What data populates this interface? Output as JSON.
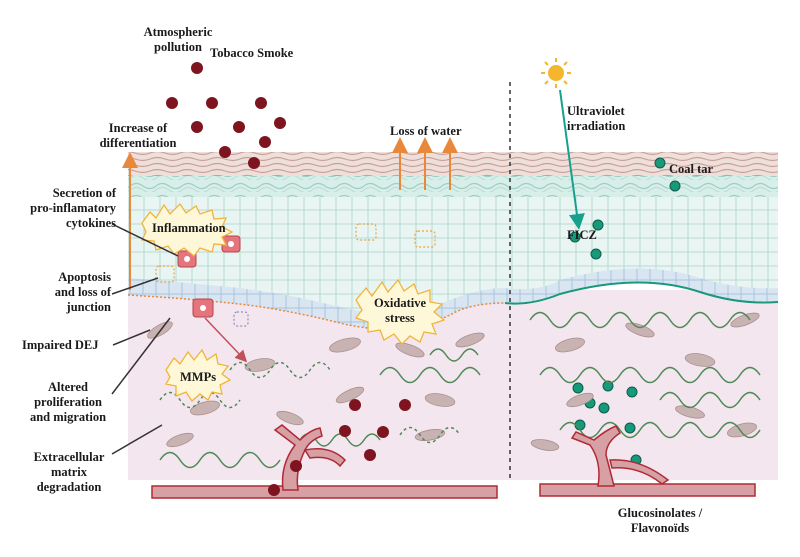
{
  "labels": {
    "atmospheric_pollution": [
      "Atmospheric",
      "pollution"
    ],
    "tobacco_smoke": "Tobacco Smoke",
    "increase_of_differentiation": [
      "Increase of",
      "differentiation"
    ],
    "loss_of_water": "Loss of water",
    "ultraviolet_irradiation": [
      "Ultraviolet",
      "irradiation"
    ],
    "coal_tar": "Coal tar",
    "ficz": "FICZ",
    "secretion_of_cytokines": [
      "Secretion of",
      "pro-inflamatory",
      "cytokines"
    ],
    "inflammation": "Inflammation",
    "apoptosis": [
      "Apoptosis",
      "and loss of",
      "junction"
    ],
    "oxidative_stress": [
      "Oxidative",
      "stress"
    ],
    "impaired_dej": "Impaired DEJ",
    "mmps": "MMPs",
    "altered_proliferation": [
      "Altered",
      "proliferation",
      "and migration"
    ],
    "ecm_degradation": [
      "Extracellular",
      "matrix",
      "degradation"
    ],
    "glucosinolates": [
      "Glucosinolates /",
      "Flavonoïds"
    ]
  },
  "colors": {
    "pollutant_particle": "#7d1420",
    "ahr_ligand_particle": "#17997a",
    "dermis": "#f4e6ef",
    "epidermis": "#e6f3f1",
    "basal_layer": "#d6e4f1",
    "stratum_corneum": "#ead9d4",
    "water_arrow": "#e9883a",
    "uv_arrow": "#17a08c",
    "vessel": "#b02a35",
    "fibroblast": "#c9b2b2",
    "collagen": "#4f8a57",
    "burst_fill": "#fff8d8",
    "burst_stroke": "#f0b43c",
    "damaged_cell": "#e6747d"
  },
  "icons": [
    "sun-icon"
  ]
}
